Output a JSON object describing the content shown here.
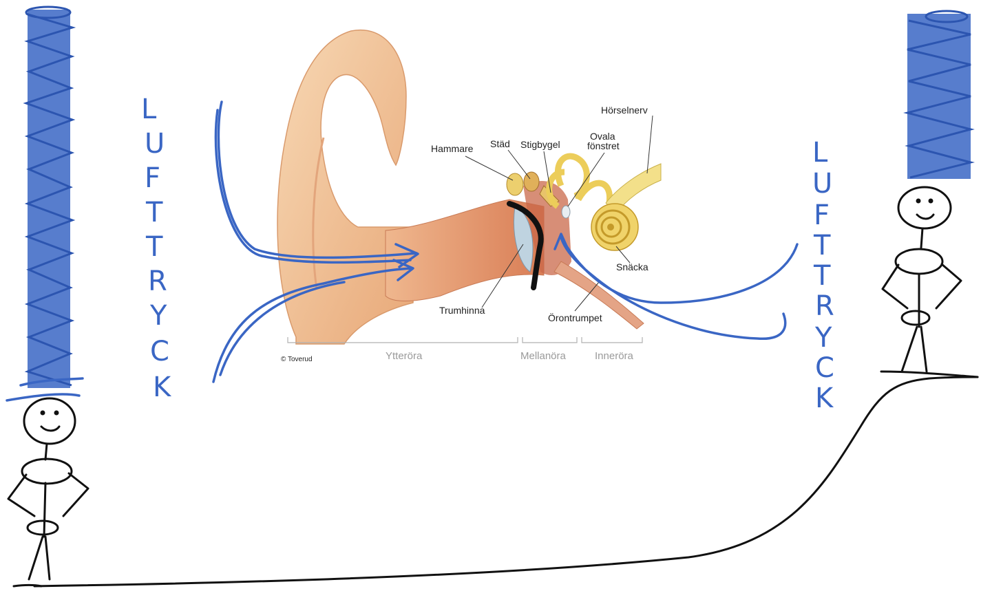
{
  "diagram": {
    "labels": {
      "hammare": "Hammare",
      "stad": "Städ",
      "stigbygel": "Stigbygel",
      "ovala": "Ovala",
      "fonstret": "fönstret",
      "horselnerv": "Hörselnerv",
      "snacka": "Snäcka",
      "trumhinna": "Trumhinna",
      "orontrumpet": "Örontrumpet"
    },
    "regions": {
      "ytterora": "Ytteröra",
      "mellanora": "Mellanöra",
      "innerora": "Inneröra"
    },
    "copyright": "© Toverud"
  },
  "annotations": {
    "left_word": [
      "L",
      "U",
      "F",
      "T",
      "T",
      "R",
      "Y",
      "C",
      "K"
    ],
    "right_word": [
      "L",
      "U",
      "F",
      "T",
      "T",
      "R",
      "Y",
      "C",
      "K"
    ]
  },
  "colors": {
    "annotation": "#3a66c4",
    "skin": "#f2c89f",
    "ossicle": "#e8d27a",
    "ink": "#111111"
  }
}
